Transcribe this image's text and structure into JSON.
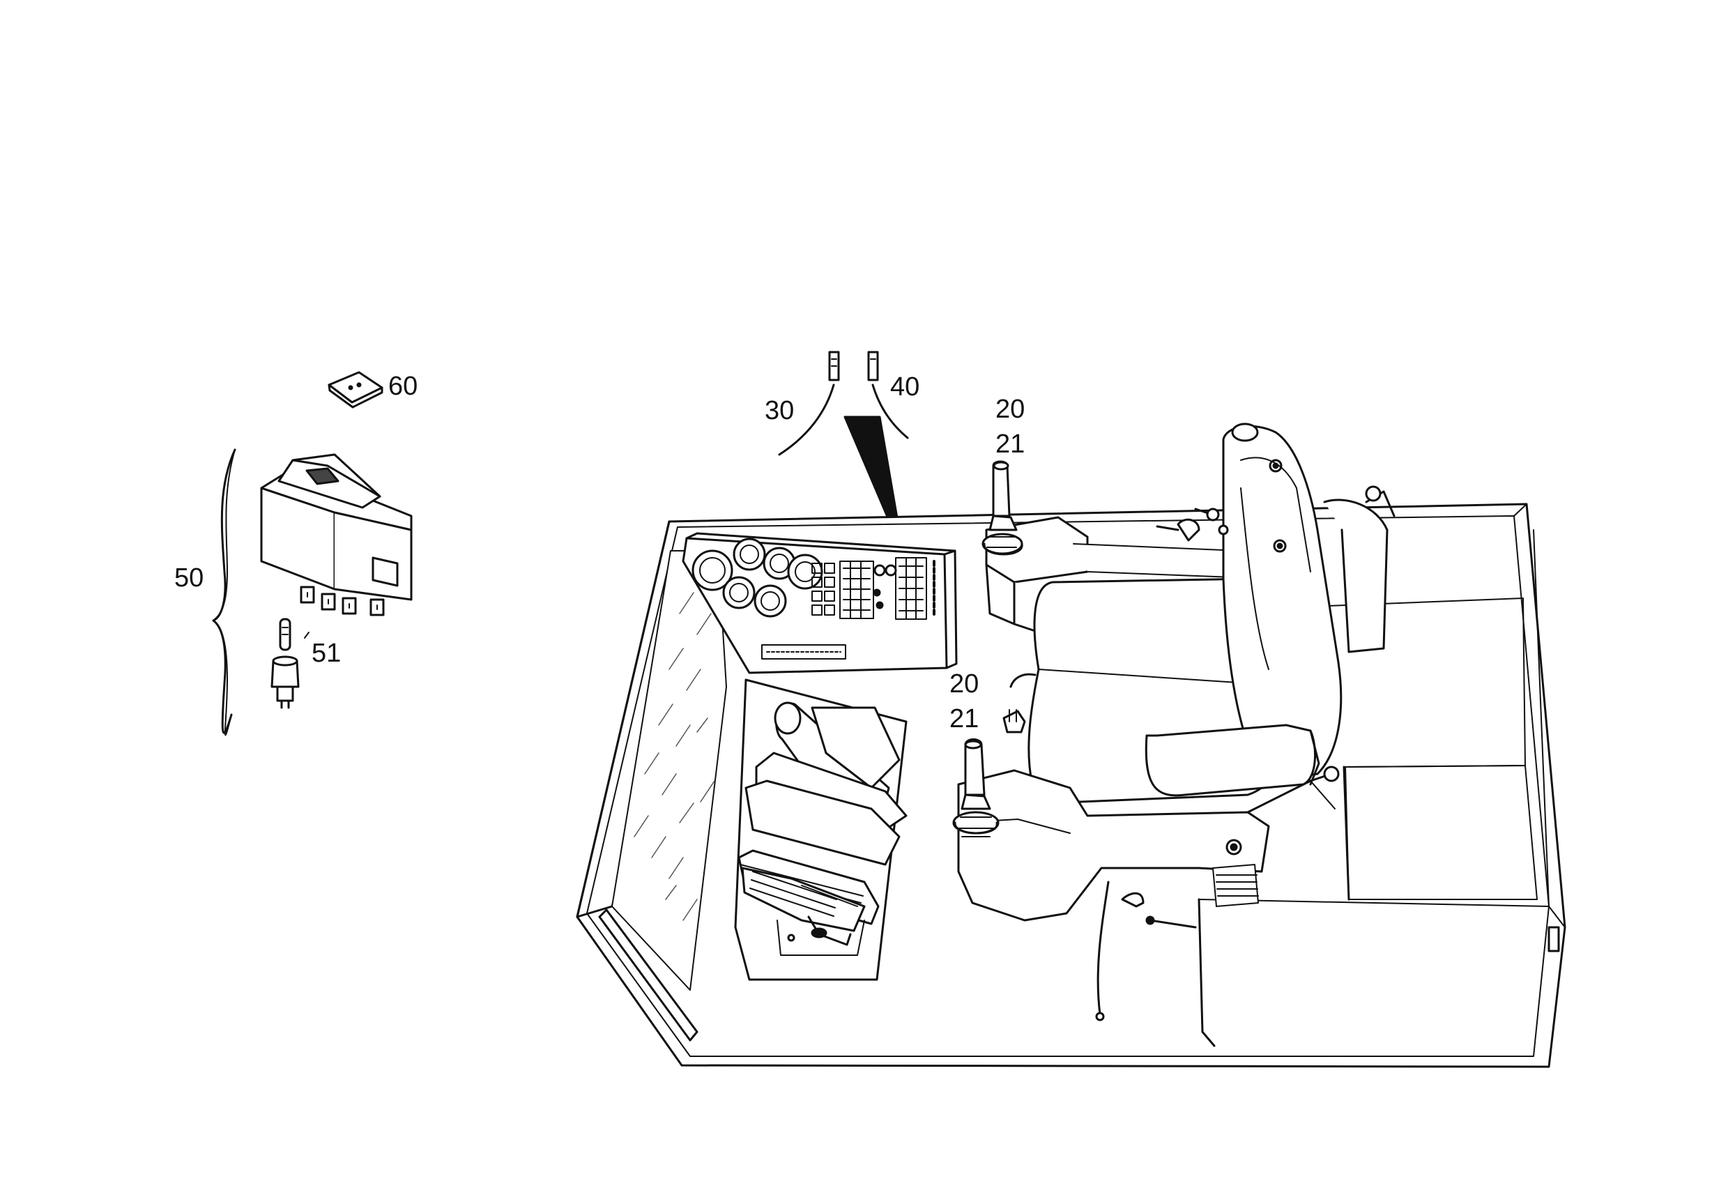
{
  "colors": {
    "ink": "#111111",
    "paper": "#ffffff",
    "hatch": "#555555"
  },
  "callouts": {
    "c60": "60",
    "c50": "50",
    "c51": "51",
    "c30": "30",
    "c40": "40",
    "c20_top": "20",
    "c21_top": "21",
    "c20_mid": "20",
    "c21_mid": "21"
  }
}
